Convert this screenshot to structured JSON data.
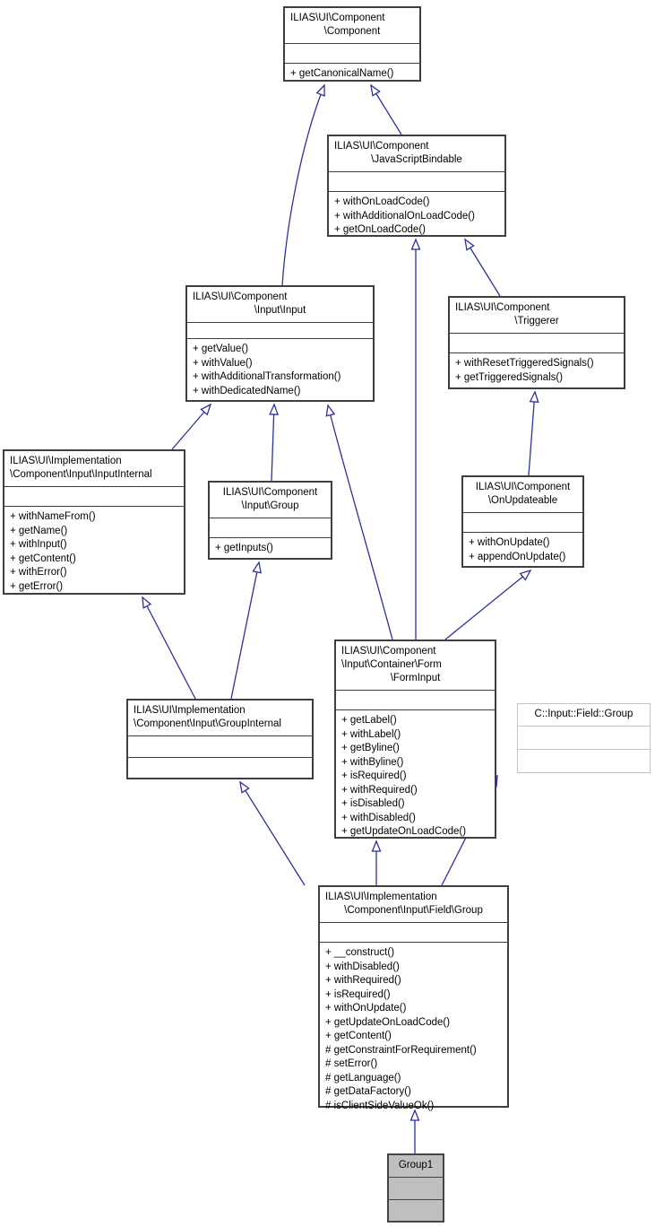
{
  "diagram": {
    "type": "uml-inheritance-diagram",
    "colors": {
      "edge": "#2b329b",
      "node_border": "#3f3f3f",
      "external_node_border": "#c3c3c3",
      "highlight_fill": "#bfbfbf",
      "background": "#ffffff"
    },
    "nodes": {
      "component": {
        "title": [
          "ILIAS\\UI\\Component",
          "\\Component"
        ],
        "methods": [
          "+ getCanonicalName()"
        ]
      },
      "jsbindable": {
        "title": [
          "ILIAS\\UI\\Component",
          "\\JavaScriptBindable"
        ],
        "methods": [
          "+ withOnLoadCode()",
          "+ withAdditionalOnLoadCode()",
          "+ getOnLoadCode()"
        ]
      },
      "input": {
        "title": [
          "ILIAS\\UI\\Component",
          "\\Input\\Input"
        ],
        "methods": [
          "+ getValue()",
          "+ withValue()",
          "+ withAdditionalTransformation()",
          "+ withDedicatedName()"
        ]
      },
      "triggerer": {
        "title": [
          "ILIAS\\UI\\Component",
          "\\Triggerer"
        ],
        "methods": [
          "+ withResetTriggeredSignals()",
          "+ getTriggeredSignals()"
        ]
      },
      "inputinternal": {
        "title": [
          "ILIAS\\UI\\Implementation",
          "\\Component\\Input\\InputInternal"
        ],
        "methods": [
          "+ withNameFrom()",
          "+ getName()",
          "+ withInput()",
          "+ getContent()",
          "+ withError()",
          "+ getError()"
        ]
      },
      "inputgroup": {
        "title": [
          "ILIAS\\UI\\Component",
          "\\Input\\Group"
        ],
        "methods": [
          "+ getInputs()"
        ]
      },
      "onupdateable": {
        "title": [
          "ILIAS\\UI\\Component",
          "\\OnUpdateable"
        ],
        "methods": [
          "+ withOnUpdate()",
          "+ appendOnUpdate()"
        ]
      },
      "forminput": {
        "title": [
          "ILIAS\\UI\\Component",
          "\\Input\\Container\\Form",
          "\\FormInput"
        ],
        "methods": [
          "+ getLabel()",
          "+ withLabel()",
          "+ getByline()",
          "+ withByline()",
          "+ isRequired()",
          "+ withRequired()",
          "+ isDisabled()",
          "+ withDisabled()",
          "+ getUpdateOnLoadCode()"
        ]
      },
      "extgroup": {
        "title": [
          "C::Input::Field::Group"
        ],
        "methods": []
      },
      "groupinternal": {
        "title": [
          "ILIAS\\UI\\Implementation",
          "\\Component\\Input\\GroupInternal"
        ],
        "methods": []
      },
      "fieldgroup": {
        "title": [
          "ILIAS\\UI\\Implementation",
          "\\Component\\Input\\Field\\Group"
        ],
        "methods": [
          "+ __construct()",
          "+ withDisabled()",
          "+ withRequired()",
          "+ isRequired()",
          "+ withOnUpdate()",
          "+ getUpdateOnLoadCode()",
          "+ getContent()",
          "# getConstraintForRequirement()",
          "# setError()",
          "# getLanguage()",
          "# getDataFactory()",
          "# isClientSideValueOk()"
        ]
      },
      "group1": {
        "title": [
          "Group1"
        ],
        "methods": []
      }
    },
    "edges": [
      {
        "from": "input",
        "to": "component"
      },
      {
        "from": "jsbindable",
        "to": "component"
      },
      {
        "from": "forminput",
        "to": "jsbindable"
      },
      {
        "from": "triggerer",
        "to": "jsbindable"
      },
      {
        "from": "inputinternal",
        "to": "input"
      },
      {
        "from": "inputgroup",
        "to": "input"
      },
      {
        "from": "forminput",
        "to": "input"
      },
      {
        "from": "onupdateable",
        "to": "triggerer"
      },
      {
        "from": "forminput",
        "to": "onupdateable"
      },
      {
        "from": "groupinternal",
        "to": "inputinternal"
      },
      {
        "from": "groupinternal",
        "to": "inputgroup"
      },
      {
        "from": "fieldgroup",
        "to": "groupinternal"
      },
      {
        "from": "fieldgroup",
        "to": "forminput"
      },
      {
        "from": "fieldgroup",
        "to": "extgroup"
      },
      {
        "from": "group1",
        "to": "fieldgroup"
      }
    ]
  }
}
